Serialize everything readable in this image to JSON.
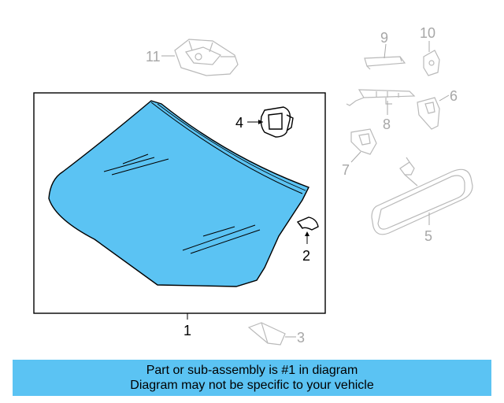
{
  "callouts": {
    "c1": "1",
    "c2": "2",
    "c3": "3",
    "c4": "4",
    "c5": "5",
    "c6": "6",
    "c7": "7",
    "c8": "8",
    "c9": "9",
    "c10": "10",
    "c11": "11"
  },
  "banner": {
    "line1": "Part or sub-assembly is #1 in diagram",
    "line2": "Diagram may not be specific to your vehicle"
  },
  "colors": {
    "highlight": "#5bc3f3",
    "faded_part": "#b9b9b9",
    "outline": "#000000"
  }
}
